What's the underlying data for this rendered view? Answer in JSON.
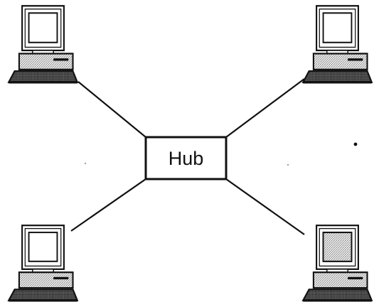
{
  "hub": {
    "label": "Hub"
  },
  "computers": [
    {
      "id": "top-left"
    },
    {
      "id": "top-right"
    },
    {
      "id": "bottom-left"
    },
    {
      "id": "bottom-right"
    }
  ],
  "colors": {
    "line": "#111111",
    "background": "#ffffff",
    "screen_fill": "#ffffff",
    "screen_fill_shaded": "#d8d8d8",
    "keyboard": "#222222"
  },
  "icons": {
    "computer": "desktop-computer-icon"
  }
}
